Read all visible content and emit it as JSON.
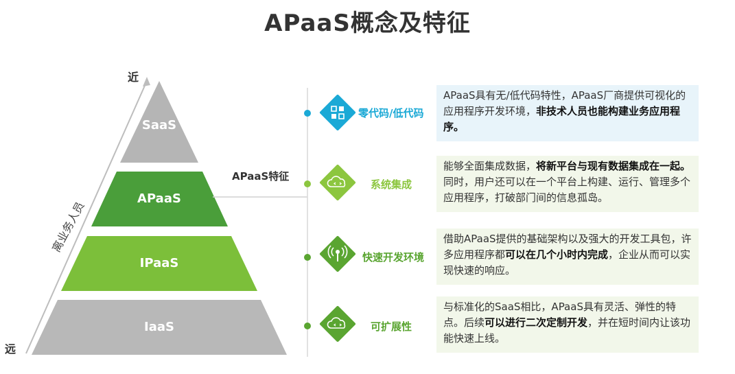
{
  "title": "APaaS概念及特征",
  "pyramid": {
    "near_label": "近",
    "far_label": "远",
    "axis_label": "离业务人员",
    "tiers": [
      {
        "label": "SaaS",
        "color": "#b5b5b5"
      },
      {
        "label": "APaaS",
        "color": "#4a9e3a"
      },
      {
        "label": "IPaaS",
        "color": "#7cbf3a"
      },
      {
        "label": "IaaS",
        "color": "#b8b8b8"
      }
    ]
  },
  "features_title": "APaaS特征",
  "features": [
    {
      "label": "零代码/低代码",
      "label_color": "#1ba9d6",
      "icon": "grid-apps-icon",
      "icon_color": "#1ba9d6",
      "box_color": "#e8f4fa",
      "desc_parts": [
        {
          "text": "APaaS具有无/低代码特性，APaaS厂商提供可视化的应用程序开发环境，",
          "bold": false
        },
        {
          "text": "非技术人员也能构建业务应用程序。",
          "bold": true
        }
      ]
    },
    {
      "label": "系统集成",
      "label_color": "#8cc63f",
      "icon": "cloud-code-icon",
      "icon_color": "#8cc63f",
      "box_color": "#f2f7ea",
      "desc_parts": [
        {
          "text": "能够全面集成数据，",
          "bold": false
        },
        {
          "text": "将新平台与现有数据集成在一起。",
          "bold": true
        },
        {
          "text": "同时，用户还可以在一个平台上构建、运行、管理多个应用程序，打破部门间的信息孤岛。",
          "bold": false
        }
      ]
    },
    {
      "label": "快速开发环境",
      "label_color": "#5aa531",
      "icon": "signal-tower-icon",
      "icon_color": "#5aa531",
      "box_color": "#f2f7ea",
      "desc_parts": [
        {
          "text": "借助APaaS提供的基础架构以及强大的开发工具包，许多应用程序都",
          "bold": false
        },
        {
          "text": "可以在几个小时内完成",
          "bold": true
        },
        {
          "text": "，企业从而可以实现快速的响应。",
          "bold": false
        }
      ]
    },
    {
      "label": "可扩展性",
      "label_color": "#5aa531",
      "icon": "cloud-code-icon",
      "icon_color": "#5aa531",
      "box_color": "#f2f7ea",
      "desc_parts": [
        {
          "text": "与标准化的SaaS相比，APaaS具有灵活、弹性的特点。后续",
          "bold": false
        },
        {
          "text": "可以进行二次定制开发",
          "bold": true
        },
        {
          "text": "，并在短时间内让该功能快速上线。",
          "bold": false
        }
      ]
    }
  ]
}
